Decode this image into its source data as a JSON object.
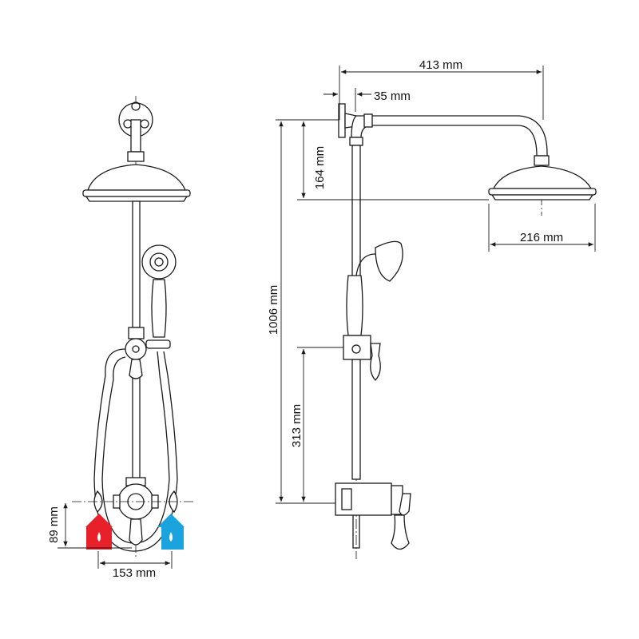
{
  "dimensions": {
    "overall_projection": "413 mm",
    "wall_offset": "35 mm",
    "arm_drop": "164 mm",
    "head_diameter": "216 mm",
    "total_height": "1006 mm",
    "diverter_height": "313 mm",
    "inlet_height": "89 mm",
    "inlet_centres": "153 mm"
  },
  "inlets": {
    "hot": {
      "icon": "hot-water-inlet-icon",
      "color": "#e8202a"
    },
    "cold": {
      "icon": "cold-water-inlet-icon",
      "color": "#1aa3dc"
    }
  }
}
